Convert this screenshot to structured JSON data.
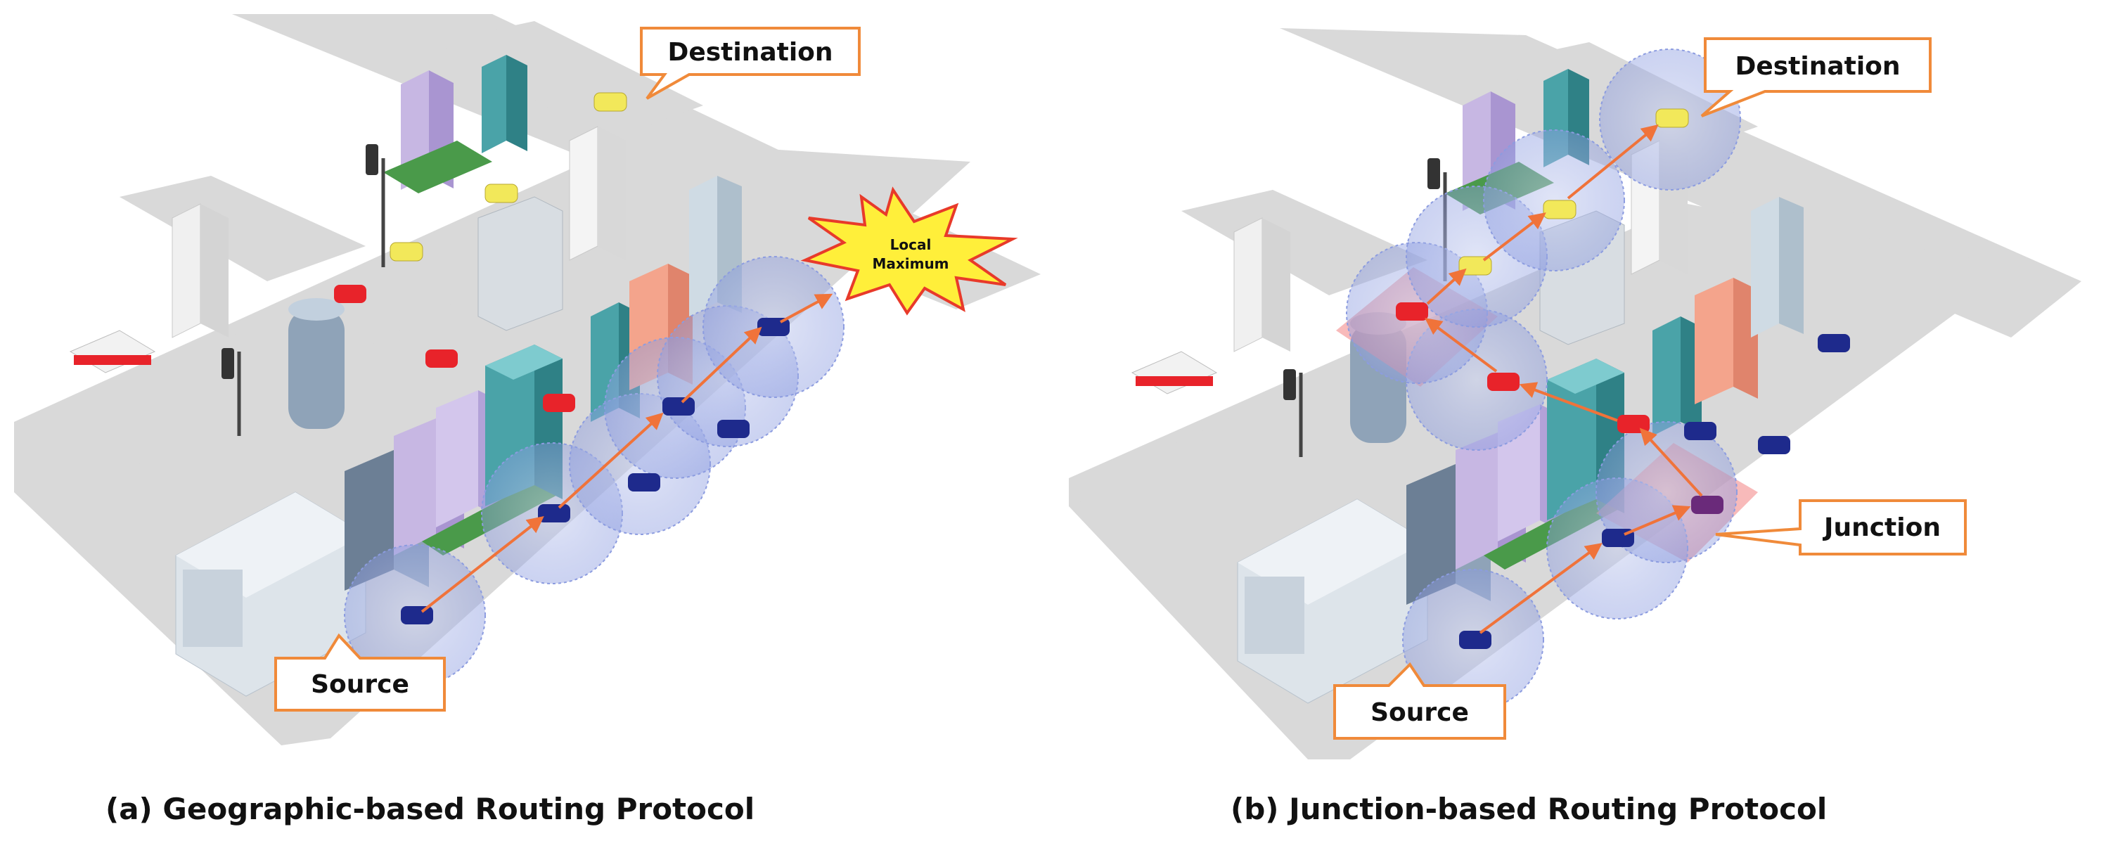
{
  "panel_a": {
    "caption": "(a) Geographic-based Routing Protocol",
    "labels": {
      "destination": "Destination",
      "source": "Source",
      "local_max_line1": "Local",
      "local_max_line2": "Maximum"
    }
  },
  "panel_b": {
    "caption": "(b) Junction-based Routing Protocol",
    "labels": {
      "destination": "Destination",
      "source": "Source",
      "junction": "Junction"
    }
  },
  "colors": {
    "road": "#d9d9d9",
    "callout_border": "#f08a3a",
    "arrow": "#f0733a",
    "range_circle": "#b4bfe6",
    "junction_zone": "#f48c8c",
    "burst_fill": "#ffef3a",
    "burst_stroke": "#e83a2a",
    "car_blue": "#1e2a8c",
    "car_red": "#e8232a",
    "car_yellow": "#f2e85a"
  }
}
